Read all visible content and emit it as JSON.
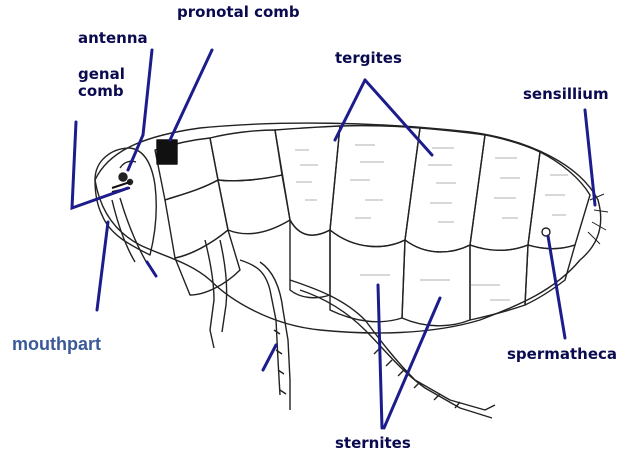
{
  "colors": {
    "pointer": "#1c1c8c",
    "label": "#0a0a50",
    "mouthpart_label": "#3b5998",
    "outline": "#222222"
  },
  "labels": {
    "antenna": "antenna",
    "pronotal_comb": "pronotal comb",
    "genal_comb": "genal\ncomb",
    "tergites": "tergites",
    "sensillium": "sensillium",
    "mouthpart": "mouthpart",
    "spermatheca": "spermatheca",
    "sternites": "sternites"
  }
}
